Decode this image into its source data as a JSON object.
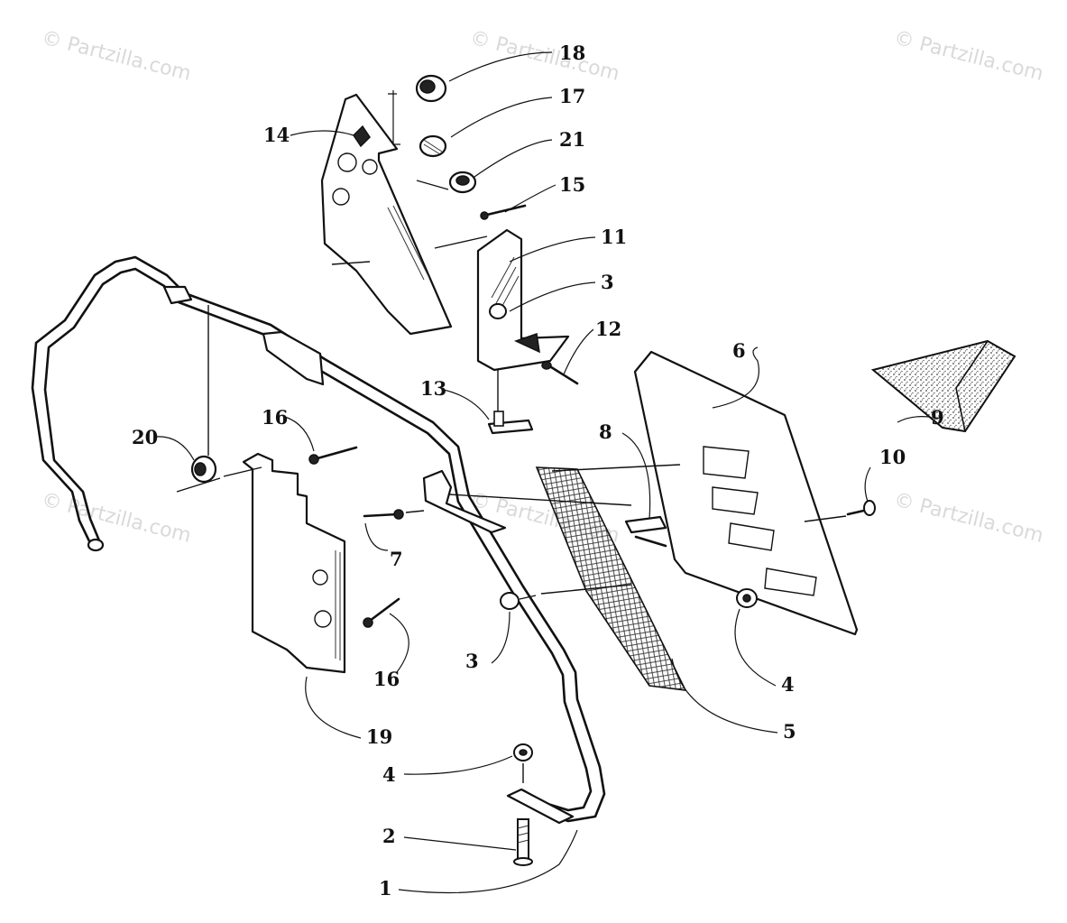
{
  "watermarks": [
    "© Partzilla.com",
    "© Partzilla.com",
    "© Partzilla.com",
    "© Partzilla.com",
    "© Partzilla.com",
    "© Partzilla.com"
  ],
  "callouts": [
    "18",
    "17",
    "21",
    "14",
    "15",
    "11",
    "3",
    "12",
    "13",
    "6",
    "9",
    "16",
    "20",
    "8",
    "10",
    "7",
    "3",
    "4",
    "16",
    "5",
    "19",
    "4",
    "2",
    "1"
  ]
}
